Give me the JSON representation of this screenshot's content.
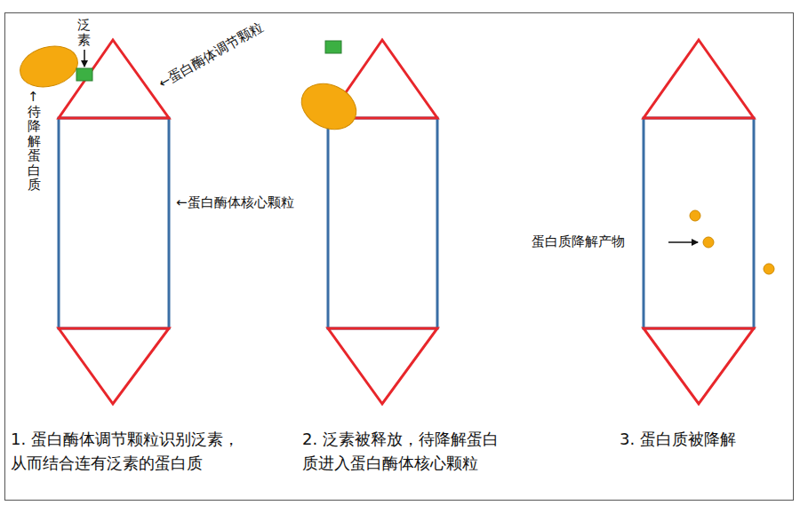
{
  "diagram": {
    "labels": [
      "泛素",
      "←蛋白酶体调节颗粒",
      "↑待降解蛋白质",
      "←蛋白酶体核心颗粒",
      "蛋白质降解产物",
      "1. 蛋白酶体调节颗粒识别泛素， 从而结合连有泛素的蛋白质",
      "2. 泛素被释放，待降解蛋白 质进入蛋白酶体核心颗粒",
      "3. 蛋白质被降解"
    ]
  }
}
